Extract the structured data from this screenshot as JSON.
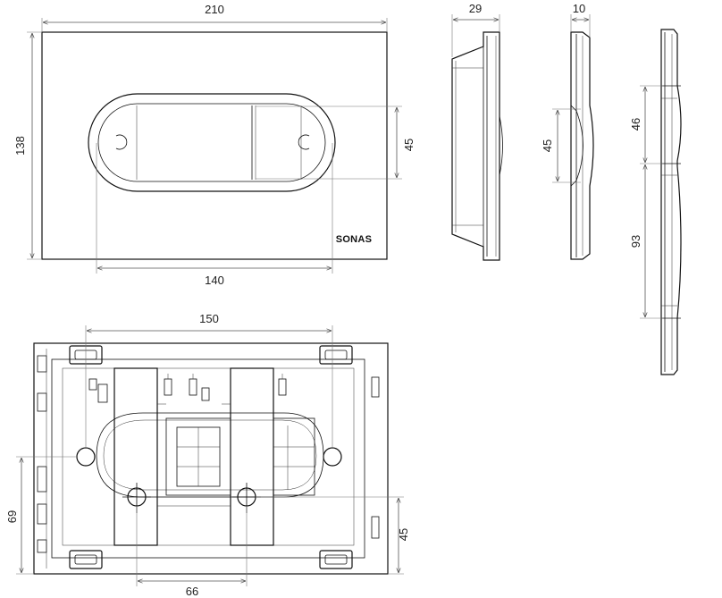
{
  "brand": "SONAS",
  "dims": {
    "plate_width": "210",
    "plate_height": "138",
    "button_height": "45",
    "button_width": "140",
    "side_depth": "29",
    "profile_depth": "10",
    "profile_button": "45",
    "segment_upper": "46",
    "segment_lower": "93",
    "frame_width": "150",
    "frame_height": "69",
    "frame_button": "45",
    "hole_spacing": "66"
  }
}
